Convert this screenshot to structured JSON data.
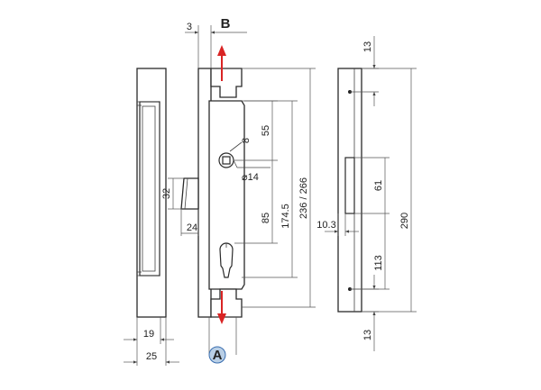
{
  "labels": {
    "view_b": "B",
    "view_a": "A"
  },
  "dimensions": {
    "top_offset": "3",
    "square_size": "8",
    "follower_to_top": "55",
    "cylinder_dia": "⌀14",
    "bolt_height": "32",
    "bolt_projection": "24",
    "backset_spacing": "85",
    "faceplate_len": "174.5",
    "overall_len": "236 / 266",
    "faceplate_width": "19",
    "case_width": "25",
    "strike_top": "13",
    "strike_slot": "61",
    "strike_offset": "10.3",
    "strike_slot_to_hole": "113",
    "strike_len": "290",
    "strike_bottom": "13"
  },
  "colors": {
    "arrow": "#d92424",
    "circle_fill": "#b9cfe6",
    "circle_stroke": "#3b6fb0"
  }
}
